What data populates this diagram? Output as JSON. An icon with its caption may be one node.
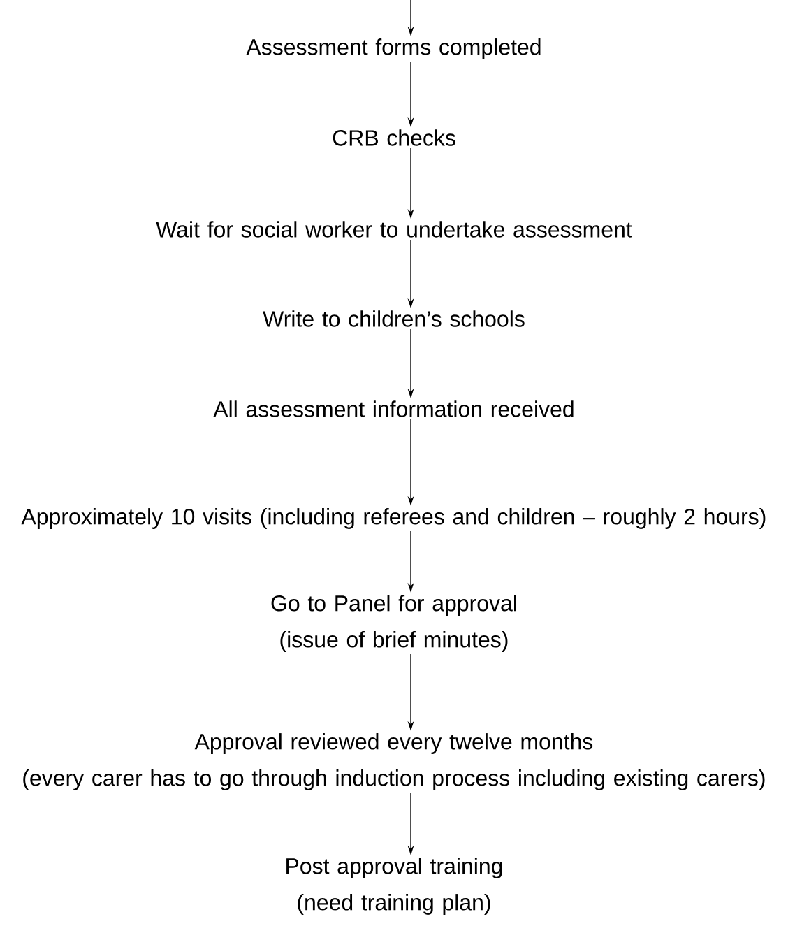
{
  "diagram": {
    "nodes": [
      {
        "text": [
          "Assessment forms completed"
        ]
      },
      {
        "text": [
          "CRB checks"
        ]
      },
      {
        "text": [
          "Wait for social worker to undertake assessment"
        ]
      },
      {
        "text": [
          "Write to children’s schools"
        ]
      },
      {
        "text": [
          "All assessment information received"
        ]
      },
      {
        "text": [
          "Approximately 10 visits (including referees and children – roughly 2 hours)"
        ]
      },
      {
        "text": [
          "Go to Panel for approval",
          "(issue of brief minutes)"
        ]
      },
      {
        "text": [
          "Approval reviewed every twelve months",
          "(every carer has to go through induction process including existing carers)"
        ]
      },
      {
        "text": [
          "Post approval training",
          "(need training plan)"
        ]
      }
    ],
    "edges": [
      {
        "from": null,
        "to": 0,
        "arrow": "to"
      },
      {
        "from": 0,
        "to": 1,
        "arrow": "to"
      },
      {
        "from": 1,
        "to": 2,
        "arrow": "to"
      },
      {
        "from": 2,
        "to": 3,
        "arrow": "to"
      },
      {
        "from": 3,
        "to": 4,
        "arrow": "to"
      },
      {
        "from": 4,
        "to": 5,
        "arrow": "to"
      },
      {
        "from": 5,
        "to": 6,
        "arrow": "to"
      },
      {
        "from": 6,
        "to": 7,
        "arrow": "to"
      },
      {
        "from": 7,
        "to": 8,
        "arrow": "to"
      }
    ]
  }
}
